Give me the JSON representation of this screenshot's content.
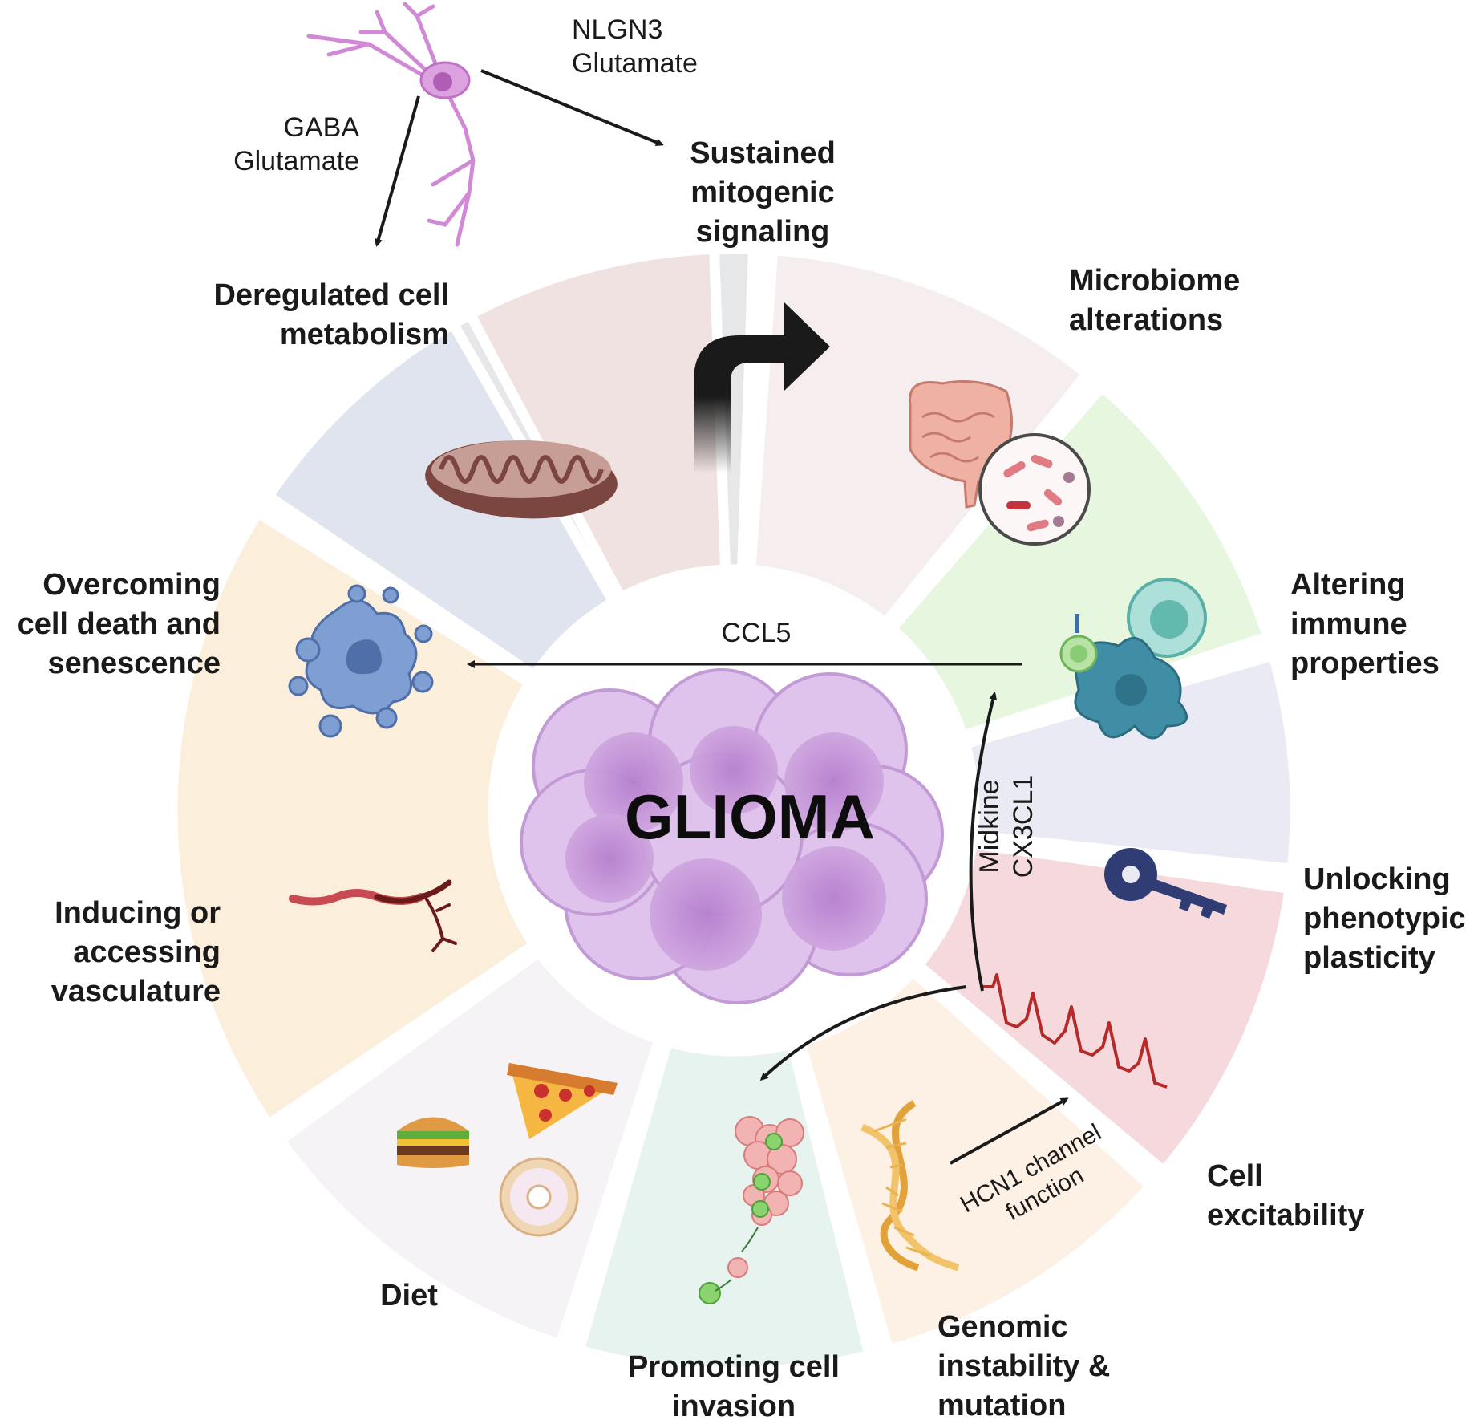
{
  "center": {
    "title": "GLIOMA"
  },
  "segments": [
    {
      "id": "mitogenic",
      "label_lines": [
        "Sustained",
        "mitogenic",
        "signaling"
      ],
      "icon": "turn-arrow-icon",
      "color": "#e6e7e9"
    },
    {
      "id": "microbiome",
      "label_lines": [
        "Microbiome",
        "alterations"
      ],
      "icon": "intestine-bacteria-icon",
      "color": "#f6eeee"
    },
    {
      "id": "immune",
      "label_lines": [
        "Altering",
        "immune",
        "properties"
      ],
      "icon": "immune-cells-icon",
      "color": "#e6f6df"
    },
    {
      "id": "plasticity",
      "label_lines": [
        "Unlocking",
        "phenotypic",
        "plasticity"
      ],
      "icon": "key-icon",
      "color": "#eaeaf4"
    },
    {
      "id": "excitability",
      "label_lines": [
        "Cell",
        "excitability"
      ],
      "icon": "voltage-trace-icon",
      "color": "#f5d9dc"
    },
    {
      "id": "genomic",
      "label_lines": [
        "Genomic",
        "instability &",
        "mutation"
      ],
      "icon": "dna-icon",
      "color": "#fdf0e4"
    },
    {
      "id": "invasion",
      "label_lines": [
        "Promoting cell",
        "invasion"
      ],
      "icon": "invading-cells-icon",
      "color": "#e7f3ee"
    },
    {
      "id": "diet",
      "label_lines": [
        "Diet"
      ],
      "icon": "food-icon",
      "color": "#f6f3f7"
    },
    {
      "id": "vasculature",
      "label_lines": [
        "Inducing or",
        "accessing",
        "vasculature"
      ],
      "icon": "blood-vessel-icon",
      "color": "#fbefdc"
    },
    {
      "id": "cell-death",
      "label_lines": [
        "Overcoming",
        "cell death and",
        "senescence"
      ],
      "icon": "apoptotic-cell-icon",
      "color": "#dfe4ee"
    },
    {
      "id": "metabolism",
      "label_lines": [
        "Deregulated cell",
        "metabolism"
      ],
      "icon": "mitochondrion-icon",
      "color": "#f0e2e1"
    }
  ],
  "signals": {
    "neuron_to_metabolism": [
      "GABA",
      "Glutamate"
    ],
    "neuron_to_mitogenic": [
      "NLGN3",
      "Glutamate"
    ],
    "immune_to_celldeath": "CCL5",
    "excitability_to_immune": [
      "Midkine",
      "CX3CL1"
    ],
    "genomic_to_excitability": [
      "HCN1 channel",
      "function"
    ]
  }
}
